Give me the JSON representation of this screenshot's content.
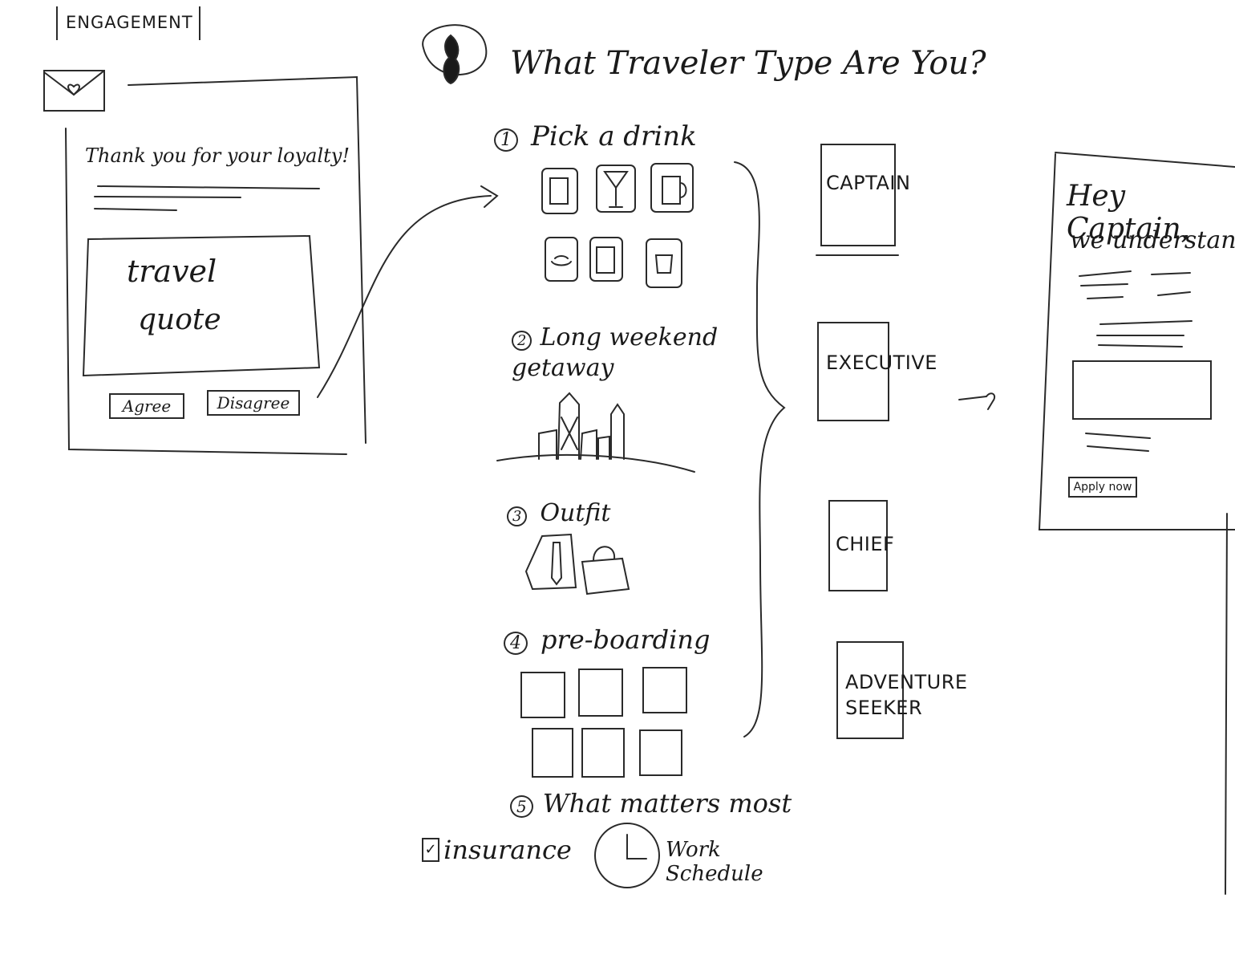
{
  "engagement": {
    "tag": "ENGAGEMENT",
    "email_heading": "Thank you for your loyalty!",
    "quote_text_line1": "travel",
    "quote_text_line2": "quote",
    "agree_label": "Agree",
    "disagree_label": "Disagree"
  },
  "quiz": {
    "title": "What Traveler Type Are You?",
    "steps": [
      {
        "number": "1",
        "label": "Pick a drink"
      },
      {
        "number": "2",
        "label": "Long weekend getaway"
      },
      {
        "number": "3",
        "label": "Outfit"
      },
      {
        "number": "4",
        "label": "pre-boarding"
      },
      {
        "number": "5",
        "label": "What matters most"
      }
    ],
    "options": {
      "insurance_label": "insurance",
      "work_schedule_label": "Work Schedule"
    }
  },
  "results": {
    "types": [
      "CAPTAIN",
      "EXECUTIVE",
      "CHIEF",
      "ADVENTURE SEEKER"
    ]
  },
  "result_page": {
    "greeting_line1": "Hey Captain,",
    "greeting_line2": "we understand",
    "apply_label": "Apply now"
  },
  "colors": {
    "ink": "#1a1a1a",
    "paper": "#ffffff"
  }
}
